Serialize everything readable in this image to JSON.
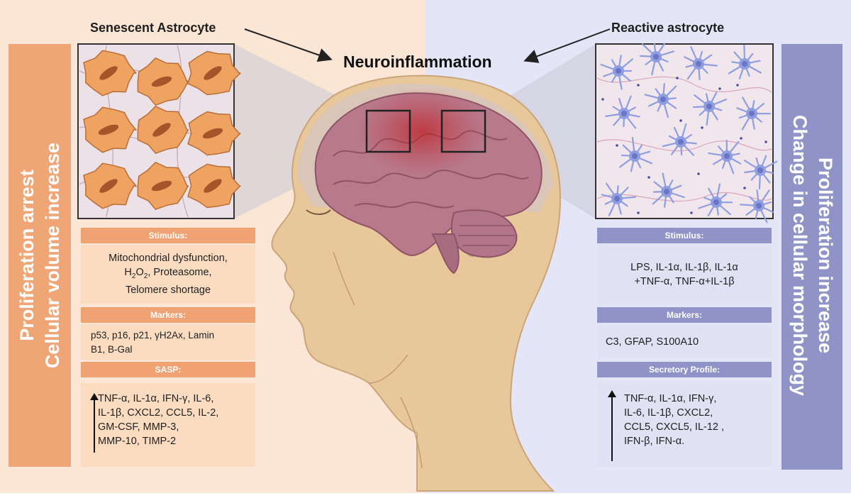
{
  "left": {
    "title": "Senescent Astrocyte",
    "side_line1": "Proliferation arrest",
    "side_line2": "Cellular volume increase",
    "stimulus_header": "Stimulus:",
    "stimulus_lines": [
      "Mitochondrial dysfunction,",
      "H2O2, Proteasome,",
      "Telomere shortage"
    ],
    "markers_header": "Markers:",
    "markers_lines": [
      "p53, p16, p21, γH2Ax, Lamin",
      "B1, B-Gal"
    ],
    "sasp_header": "SASP:",
    "sasp_lines": [
      "TNF-α, IL-1α, IFN-γ, IL-6,",
      "IL-1β, CXCL2, CCL5, IL-2,",
      "GM-CSF, MMP-3,",
      "MMP-10, TIMP-2"
    ]
  },
  "center": {
    "title": "Neuroinflammation"
  },
  "right": {
    "title": "Reactive astrocyte",
    "side_line1": "Proliferation increase",
    "side_line2": "Change in cellular morphology",
    "stimulus_header": "Stimulus:",
    "stimulus_lines": [
      "LPS, IL-1α, IL-1β, IL-1α",
      "+TNF-α, TNF-α+IL-1β"
    ],
    "markers_header": "Markers:",
    "markers_lines": [
      "C3, GFAP, S100A10"
    ],
    "secretory_header": "Secretory Profile:",
    "secretory_lines": [
      "TNF-α, IL-1α, IFN-γ,",
      "IL-6, IL-1β, CXCL2,",
      "CCL5, CXCL5, IL-12 ,",
      "IFN-β, IFN-α."
    ]
  },
  "colors": {
    "left_accent": "#f0a577",
    "right_accent": "#8f93c7",
    "senescent_cell": "#eea361",
    "reactive_cell": "#8e9ee0"
  }
}
